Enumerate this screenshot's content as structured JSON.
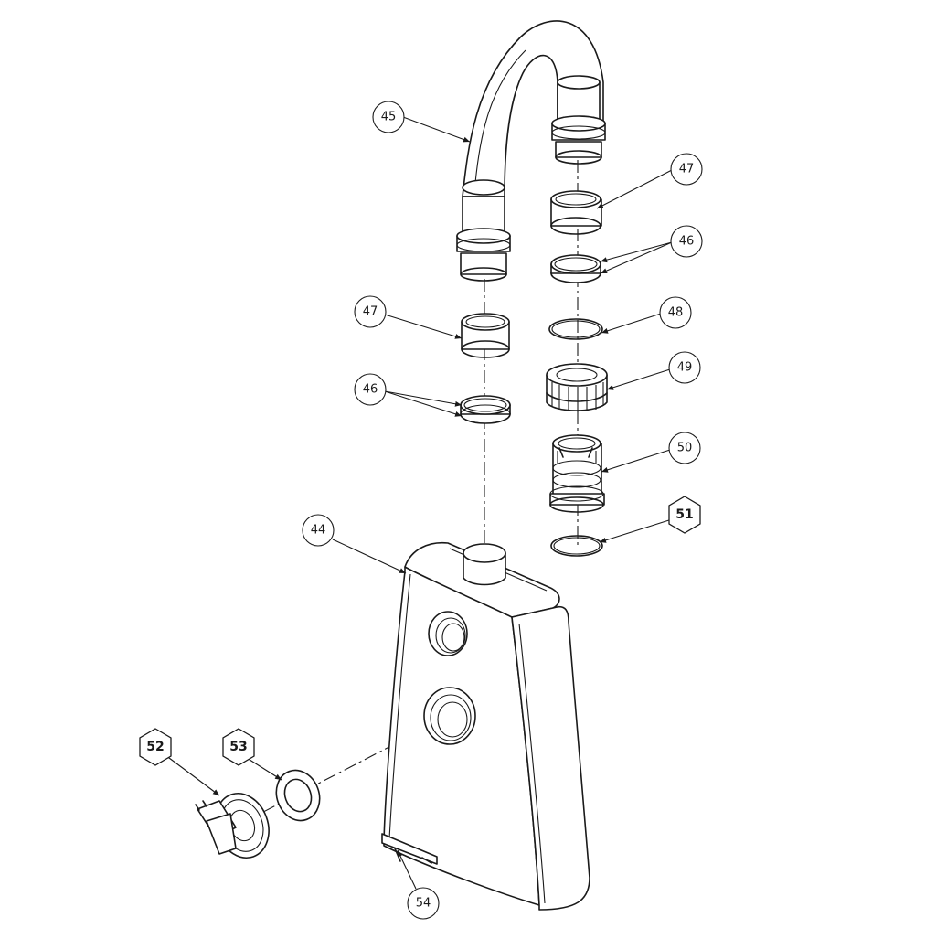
{
  "callouts": {
    "c44": "44",
    "c45": "45",
    "c46a": "46",
    "c46b": "46",
    "c47a": "47",
    "c47b": "47",
    "c48": "48",
    "c49": "49",
    "c50": "50",
    "c51": "51",
    "c52": "52",
    "c53": "53",
    "c54": "54"
  }
}
